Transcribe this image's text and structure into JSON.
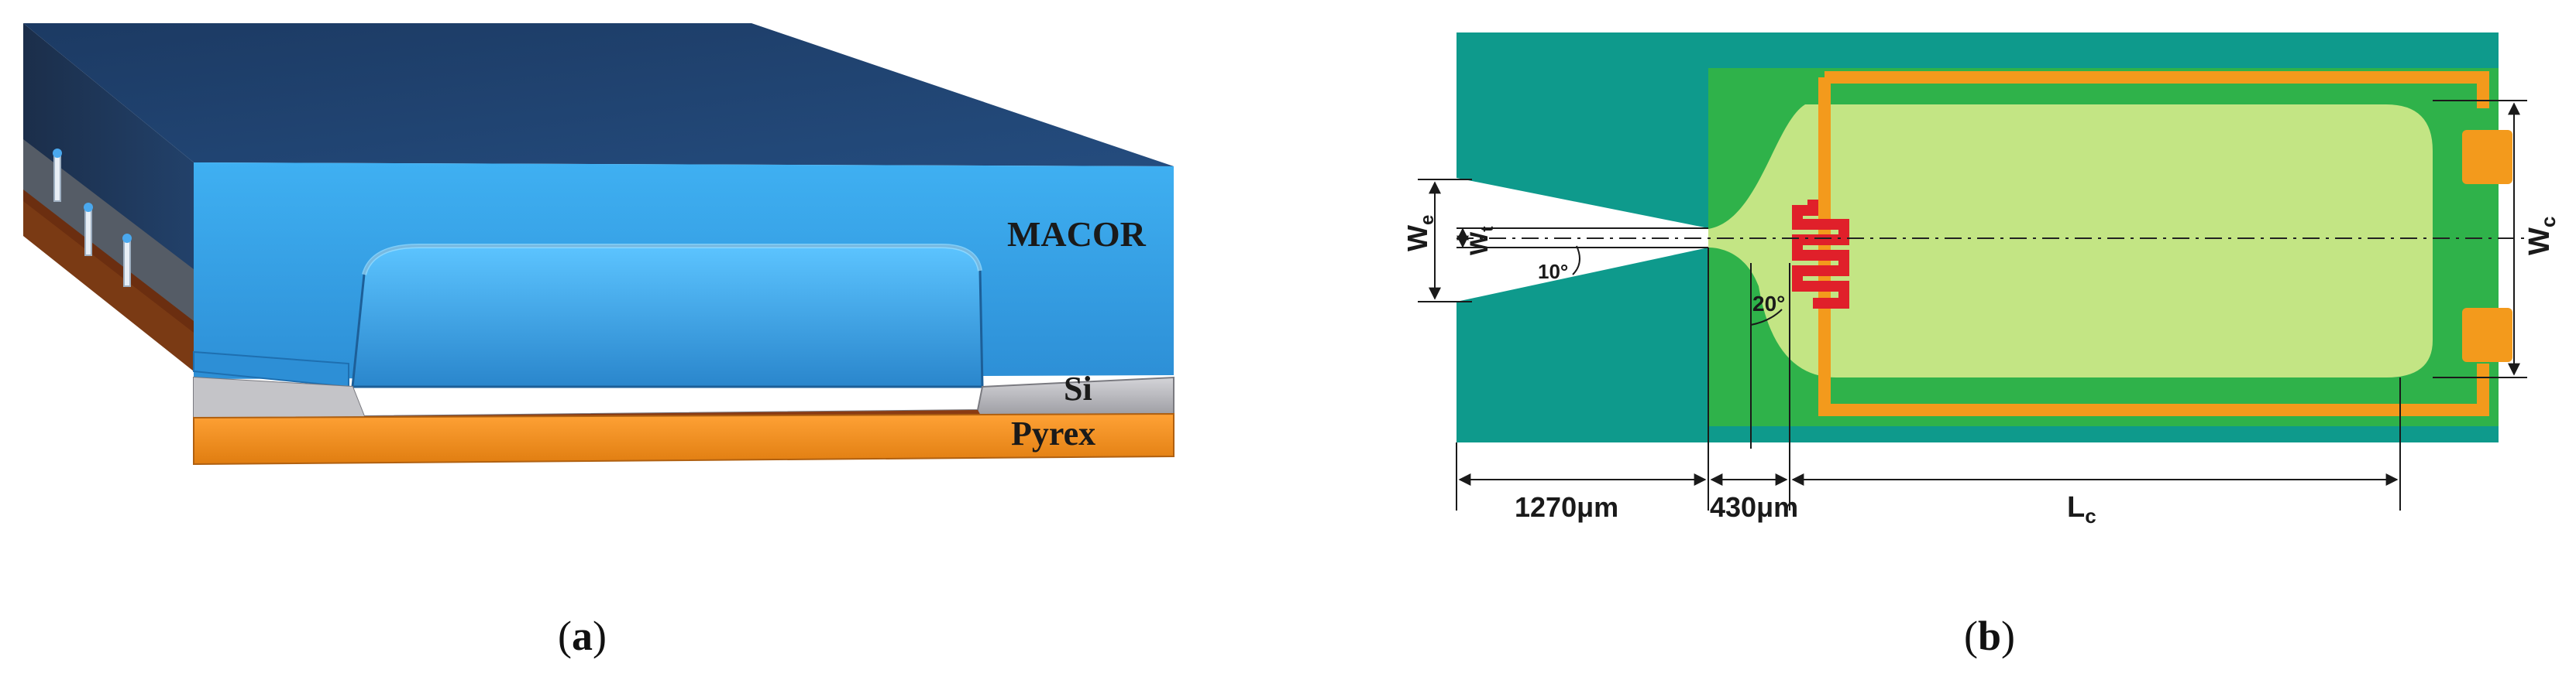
{
  "panel_a": {
    "layers": {
      "top": "MACOR",
      "middle": "Si",
      "bottom": "Pyrex"
    },
    "caption": {
      "open": "(",
      "letter": "a",
      "close": ")"
    }
  },
  "panel_b": {
    "dimensions": {
      "entrance_width": "W",
      "entrance_width_sub": "e",
      "throat_width": "W",
      "throat_width_sub": "t",
      "chamber_width": "W",
      "chamber_width_sub": "c",
      "chamber_length": "L",
      "chamber_length_sub": "c",
      "taper_angle": "10°",
      "diffuser_angle": "20°",
      "nozzle_length": "1270μm",
      "diffuser_length": "430μm"
    },
    "caption": {
      "open": "(",
      "letter": "b",
      "close": ")"
    }
  },
  "colors": {
    "macor_top": "#1f3f6b",
    "macor_front": "#3aa0e6",
    "silicon": "#a9a9ae",
    "pyrex": "#f28c1b",
    "bond": "#8a3b12",
    "substrate_teal": "#0e9a8c",
    "channel_green": "#2fb24a",
    "chamber_light": "#c3e584",
    "heater_orange": "#f39a1c",
    "sensor_red": "#e0202a"
  }
}
